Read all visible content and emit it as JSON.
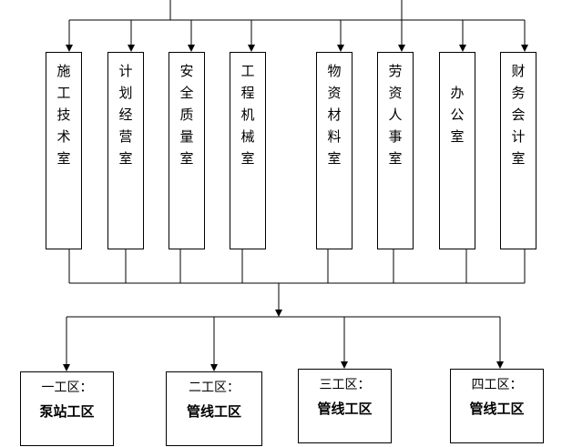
{
  "departments": [
    {
      "label": "施工技术室"
    },
    {
      "label": "计划经营室"
    },
    {
      "label": "安全质量室"
    },
    {
      "label": "工程机械室"
    },
    {
      "label": "物资材料室"
    },
    {
      "label": "劳资人事室"
    },
    {
      "label": "办公室"
    },
    {
      "label": "财务会计室"
    }
  ],
  "work_zones": [
    {
      "name": "一工区：",
      "type": "泵站工区"
    },
    {
      "name": "二工区：",
      "type": "管线工区"
    },
    {
      "name": "三工区：",
      "type": "管线工区"
    },
    {
      "name": "四工区：",
      "type": "管线工区"
    }
  ]
}
